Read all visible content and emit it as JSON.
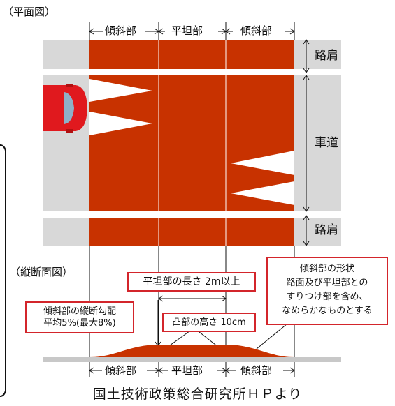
{
  "plan_view": {
    "title": "（平面図）",
    "slope_label_left": "傾斜部",
    "flat_label": "平坦部",
    "slope_label_right": "傾斜部",
    "shoulder_top": "路肩",
    "roadway": "車道",
    "shoulder_bottom": "路肩"
  },
  "profile_view": {
    "title": "（縦断面図）",
    "flat_length_note": "平坦部の長さ 2m以上",
    "gradient_note_line1": "傾斜部の縦断勾配",
    "gradient_note_line2": "平均5%(最大8%)",
    "height_note": "凸部の高さ 10cm",
    "shape_note_line1": "傾斜部の形状",
    "shape_note_line2": "路面及び平坦部との",
    "shape_note_line3": "すりつけ部を含め、",
    "shape_note_line4": "なめらかなものとする",
    "bottom_slope_left": "傾斜部",
    "bottom_flat": "平坦部",
    "bottom_slope_right": "傾斜部"
  },
  "caption": "国土技術政策総合研究所ＨＰより",
  "colors": {
    "hump_red": "#c83200",
    "road_gray": "#d8d8d8",
    "note_border": "#d3252b",
    "car_red": "#e0191e"
  }
}
